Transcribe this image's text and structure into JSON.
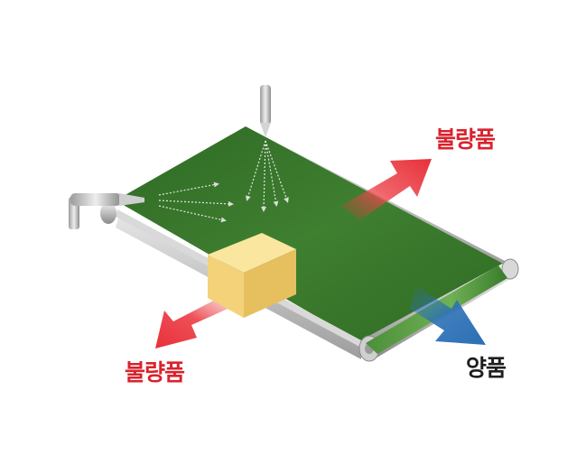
{
  "labels": {
    "reject_top": "불량품",
    "reject_bottom": "불량품",
    "pass": "양품"
  },
  "colors": {
    "reject": "#d9232e",
    "pass": "#1e1e1e",
    "reject_arrow": "#e8303a",
    "pass_arrow": "#2a6fb5",
    "belt": "#3c7a2f",
    "box": "#f3d27a"
  },
  "icons": {
    "top_sensor": "camera-sensor-icon",
    "side_sensor": "camera-sensor-icon"
  }
}
